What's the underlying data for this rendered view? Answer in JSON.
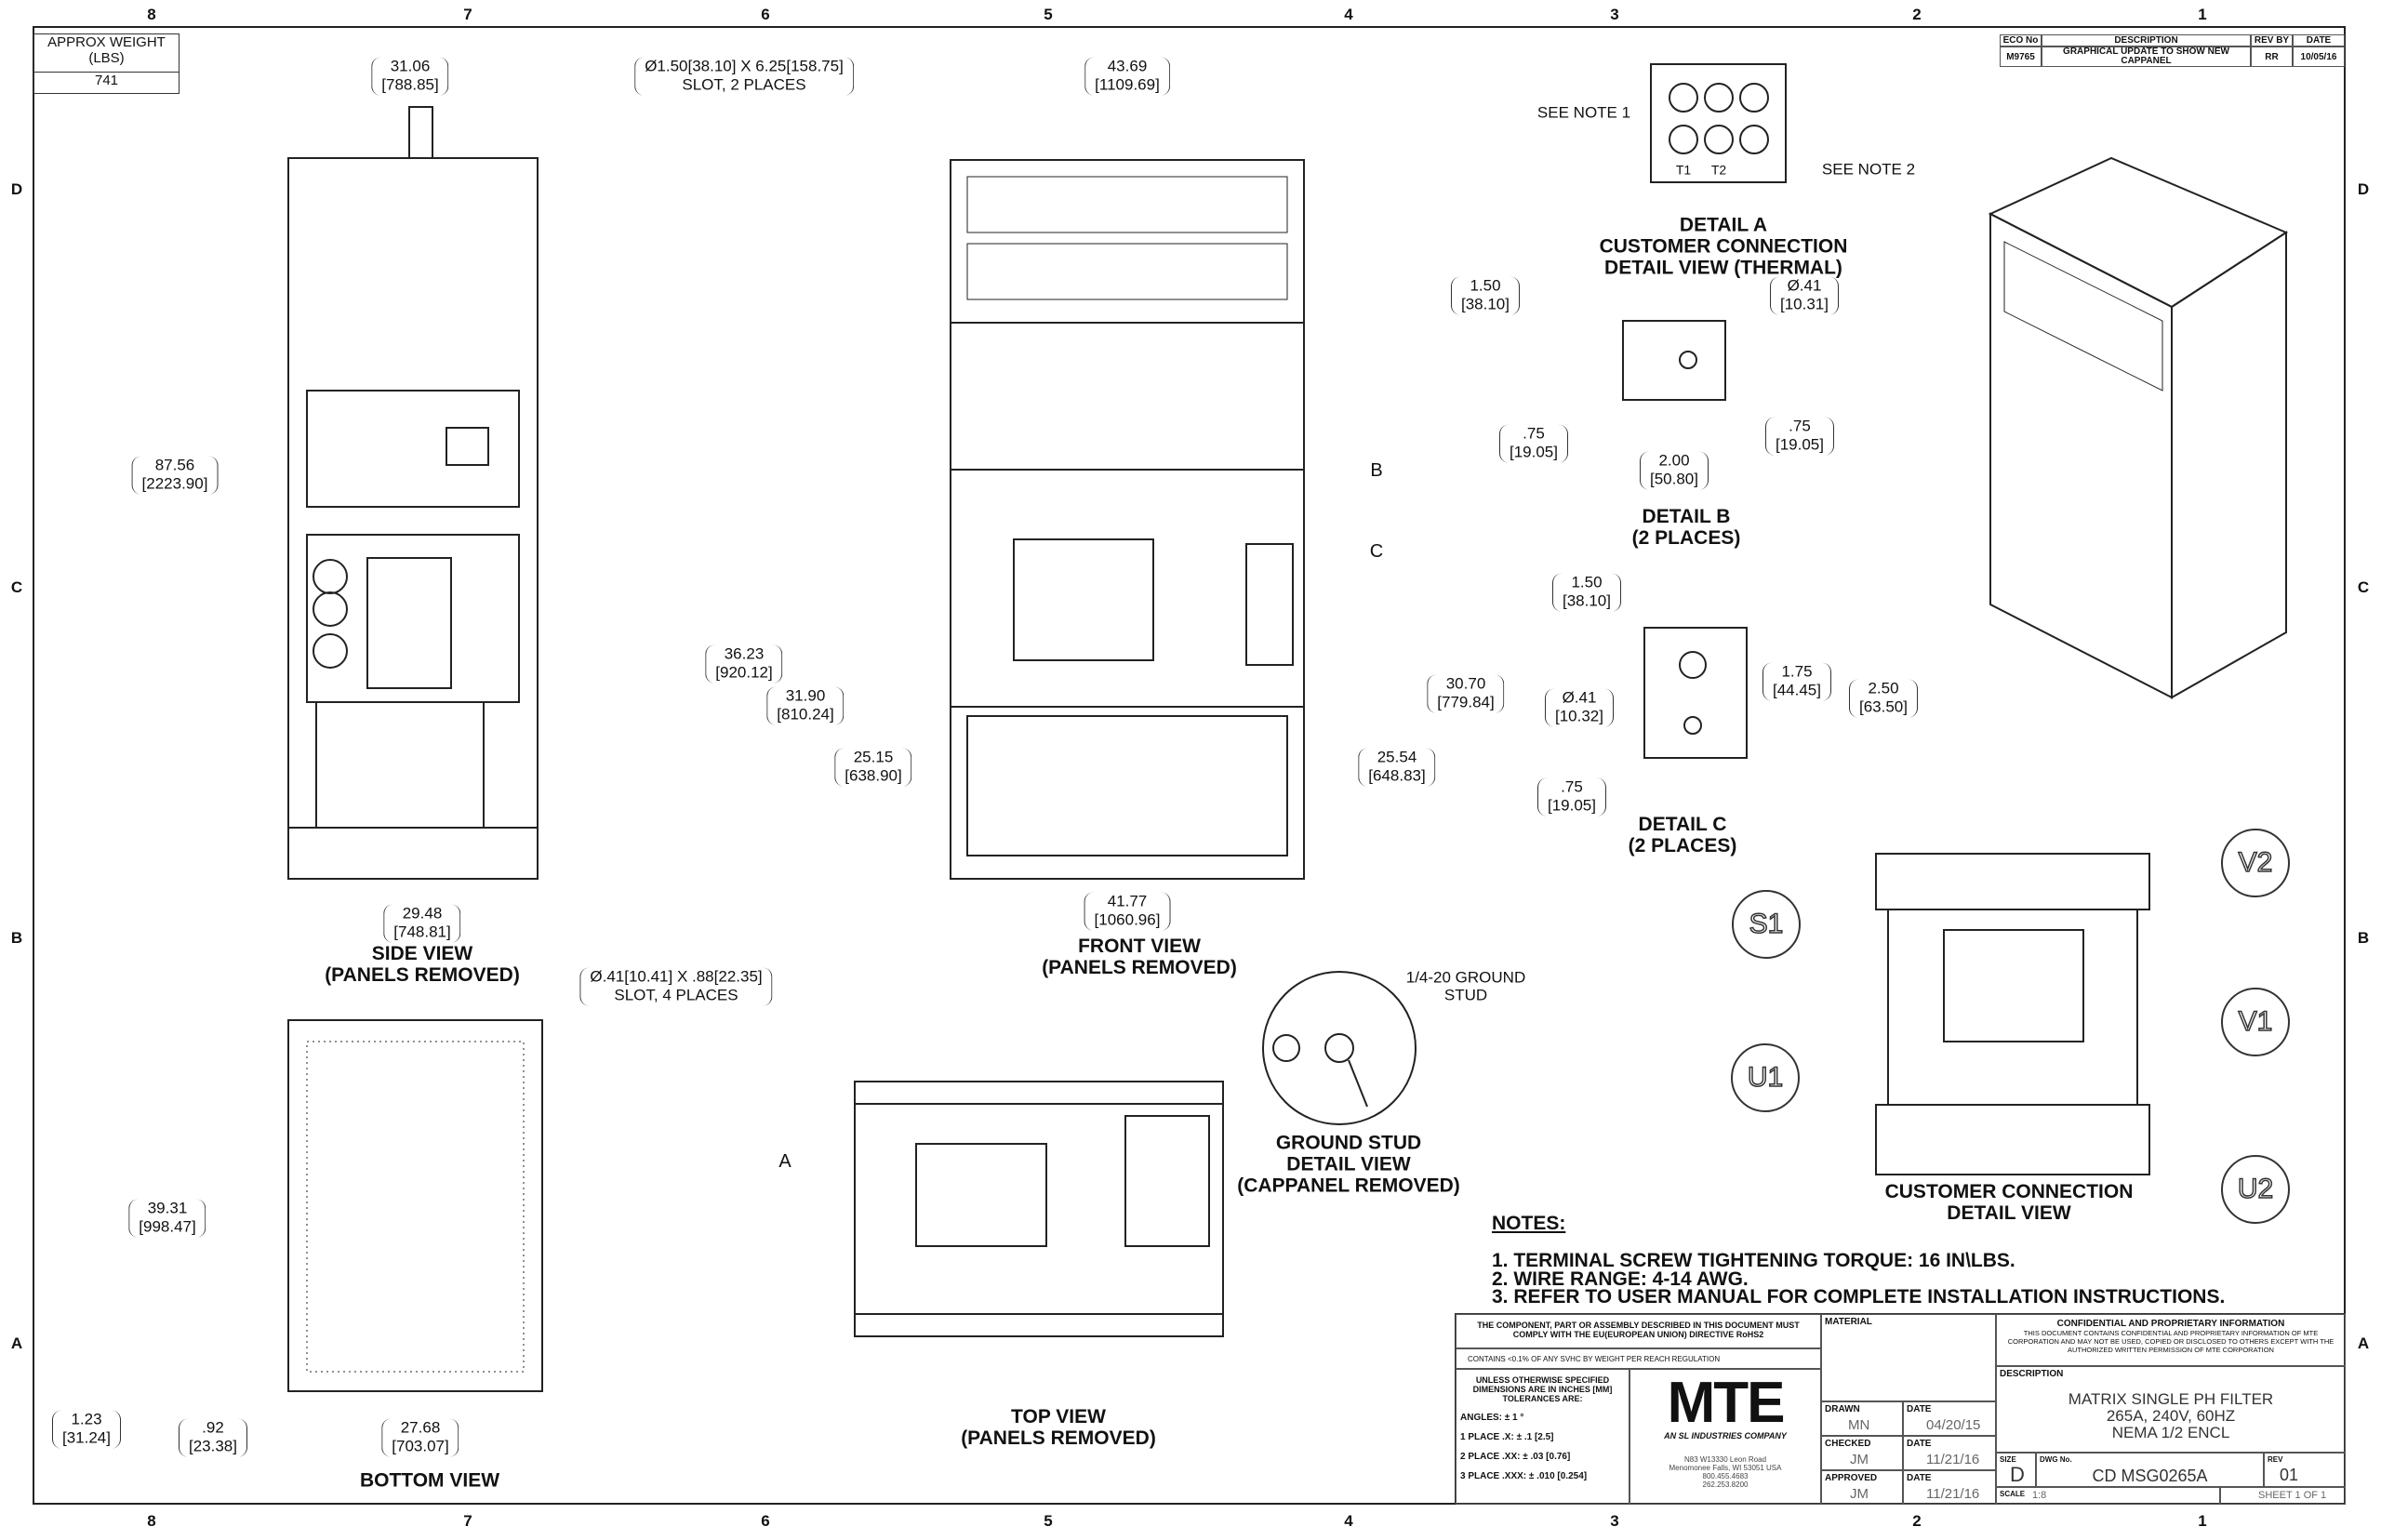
{
  "zones_top": [
    "8",
    "7",
    "6",
    "5",
    "4",
    "3",
    "2",
    "1"
  ],
  "rows": [
    "D",
    "C",
    "B",
    "A"
  ],
  "weight": {
    "label": "APPROX WEIGHT (LBS)",
    "value": "741"
  },
  "revision": {
    "headers": [
      "ECO No",
      "DESCRIPTION",
      "REV BY",
      "DATE"
    ],
    "row": [
      "M9765",
      "GRAPHICAL UPDATE TO SHOW NEW CAPPANEL",
      "RR",
      "10/05/16"
    ]
  },
  "side_view": {
    "width_top": "31.06",
    "width_top_mm": "[788.85]",
    "slot": "Ø1.50[38.10] X 6.25[158.75]",
    "slot2": "SLOT, 2 PLACES",
    "height": "87.56",
    "height_mm": "[2223.90]",
    "width_bottom": "29.48",
    "width_bottom_mm": "[748.81]",
    "title1": "SIDE VIEW",
    "title2": "(PANELS REMOVED)"
  },
  "front_view": {
    "width_top": "43.69",
    "width_top_mm": "[1109.69]",
    "d1": "36.23",
    "d1_mm": "[920.12]",
    "d2": "31.90",
    "d2_mm": "[810.24]",
    "d3": "25.15",
    "d3_mm": "[638.90]",
    "d4": "30.70",
    "d4_mm": "[779.84]",
    "d5": "25.54",
    "d5_mm": "[648.83]",
    "width_bottom": "41.77",
    "width_bottom_mm": "[1060.96]",
    "callout_b": "B",
    "callout_c": "C",
    "title1": "FRONT VIEW",
    "title2": "(PANELS REMOVED)"
  },
  "detail_a": {
    "note1": "SEE NOTE 1",
    "note2": "SEE NOTE 2",
    "t1": "T1",
    "t2": "T2",
    "title1": "DETAIL A",
    "title2": "CUSTOMER CONNECTION",
    "title3": "DETAIL VIEW (THERMAL)"
  },
  "detail_b": {
    "a": "1.50",
    "a_mm": "[38.10]",
    "hole": "Ø.41",
    "hole_mm": "[10.31]",
    "b": ".75",
    "b_mm": "[19.05]",
    "c": "2.00",
    "c_mm": "[50.80]",
    "d": ".75",
    "d_mm": "[19.05]",
    "title1": "DETAIL B",
    "title2": "(2 PLACES)"
  },
  "detail_c": {
    "a": "1.50",
    "a_mm": "[38.10]",
    "b": "1.75",
    "b_mm": "[44.45]",
    "c": "2.50",
    "c_mm": "[63.50]",
    "hole": "Ø.41",
    "hole_mm": "[10.32]",
    "d": ".75",
    "d_mm": "[19.05]",
    "title1": "DETAIL C",
    "title2": "(2 PLACES)"
  },
  "customer_view": {
    "s1": "S1",
    "v2": "V2",
    "v1": "V1",
    "u1": "U1",
    "u2": "U2",
    "title1": "CUSTOMER CONNECTION",
    "title2": "DETAIL VIEW"
  },
  "bottom_view": {
    "slot": "Ø.41[10.41] X .88[22.35]",
    "slot2": "SLOT, 4 PLACES",
    "h": "39.31",
    "h_mm": "[998.47]",
    "a": "1.23",
    "a_mm": "[31.24]",
    "b": ".92",
    "b_mm": "[23.38]",
    "w": "27.68",
    "w_mm": "[703.07]",
    "title": "BOTTOM VIEW"
  },
  "top_view": {
    "callout_a": "A",
    "title1": "TOP VIEW",
    "title2": "(PANELS REMOVED)"
  },
  "ground": {
    "stud": "1/4-20 GROUND",
    "stud2": "STUD",
    "title1": "GROUND STUD",
    "title2": "DETAIL VIEW",
    "title3": "(CAPPANEL REMOVED)"
  },
  "notes": {
    "title": "NOTES:",
    "items": [
      "1.  TERMINAL SCREW TIGHTENING TORQUE: 16 IN\\LBS.",
      "2.  WIRE RANGE: 4-14 AWG.",
      "3.  REFER TO USER MANUAL FOR COMPLETE INSTALLATION INSTRUCTIONS."
    ]
  },
  "title_block": {
    "rohs": "THE COMPONENT, PART OR ASSEMBLY DESCRIBED IN THIS DOCUMENT MUST COMPLY WITH THE EU(EUROPEAN UNION) DIRECTIVE RoHS2",
    "reach": "CONTAINS <0.1% OF ANY SVHC BY WEIGHT PER REACH REGULATION",
    "tol_head": "UNLESS OTHERWISE SPECIFIED DIMENSIONS ARE IN INCHES [MM] TOLERANCES ARE:",
    "tol": [
      "ANGLES: ± 1 °",
      "1 PLACE .X: ± .1 [2.5]",
      "2 PLACE .XX: ± .03 [0.76]",
      "3 PLACE .XXX: ± .010 [0.254]"
    ],
    "logo": "MTE",
    "company": "AN SL INDUSTRIES COMPANY",
    "address": [
      "N83 W13330 Leon Road",
      "Menomonee Falls, WI 53051 USA",
      "800.455.4683",
      "262.253.8200"
    ],
    "material": "MATERIAL",
    "drawn": "DRAWN",
    "drawn_by": "MN",
    "drawn_date": "04/20/15",
    "checked": "CHECKED",
    "checked_by": "JM",
    "checked_date": "11/21/16",
    "approved": "APPROVED",
    "approved_by": "JM",
    "approved_date": "11/21/16",
    "date": "DATE",
    "conf_title": "CONFIDENTIAL AND PROPRIETARY INFORMATION",
    "conf_text": "THIS DOCUMENT CONTAINS CONFIDENTIAL AND PROPRIETARY INFORMATION OF MTE CORPORATION AND MAY NOT BE USED, COPIED OR DISCLOSED TO OTHERS EXCEPT WITH THE AUTHORIZED WRITTEN PERMISSION OF MTE CORPORATION",
    "desc_label": "DESCRIPTION",
    "desc": [
      "MATRIX SINGLE PH FILTER",
      "265A, 240V, 60HZ",
      "NEMA 1/2 ENCL"
    ],
    "size_label": "SIZE",
    "size": "D",
    "dwg_label": "DWG No.",
    "dwg": "CD MSG0265A",
    "rev_label": "REV",
    "rev": "01",
    "scale_label": "SCALE",
    "scale": "1:8",
    "sheet": "SHEET 1  OF 1"
  }
}
